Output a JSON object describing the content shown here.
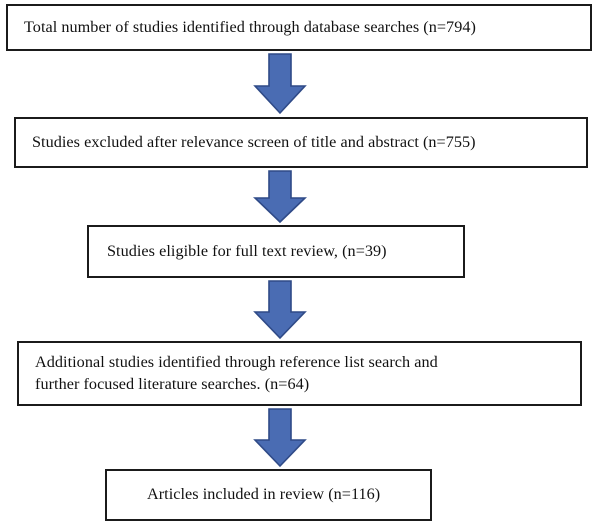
{
  "diagram": {
    "type": "prisma-study-selection-flowchart",
    "orientation": "vertical",
    "accent_color": "#4a6cb3",
    "arrow_border_color": "#2f4a87",
    "box_border_color": "#1b1b1b",
    "background_color": "#ffffff",
    "text_color": "#111111",
    "nodes": [
      {
        "id": "identified",
        "label": "Total number of studies identified through database searches (n=794)",
        "count": 794,
        "align": "left"
      },
      {
        "id": "excluded",
        "label": "Studies excluded after relevance screen of title and abstract (n=755)",
        "count": 755,
        "align": "left"
      },
      {
        "id": "eligible",
        "label": "Studies eligible for full text review, (n=39)",
        "count": 39,
        "align": "left"
      },
      {
        "id": "additional",
        "label": "Additional studies identified through reference list search and\nfurther focused literature searches. (n=64)",
        "count": 64,
        "align": "left"
      },
      {
        "id": "included",
        "label": "Articles included in review (n=116)",
        "count": 116,
        "align": "left"
      }
    ],
    "connectors": [
      {
        "id": "arrow-1",
        "from": "identified",
        "to": "excluded",
        "icon": "down-arrow-icon"
      },
      {
        "id": "arrow-2",
        "from": "excluded",
        "to": "eligible",
        "icon": "down-arrow-icon"
      },
      {
        "id": "arrow-3",
        "from": "eligible",
        "to": "additional",
        "icon": "down-arrow-icon"
      },
      {
        "id": "arrow-4",
        "from": "additional",
        "to": "included",
        "icon": "down-arrow-icon"
      }
    ]
  }
}
